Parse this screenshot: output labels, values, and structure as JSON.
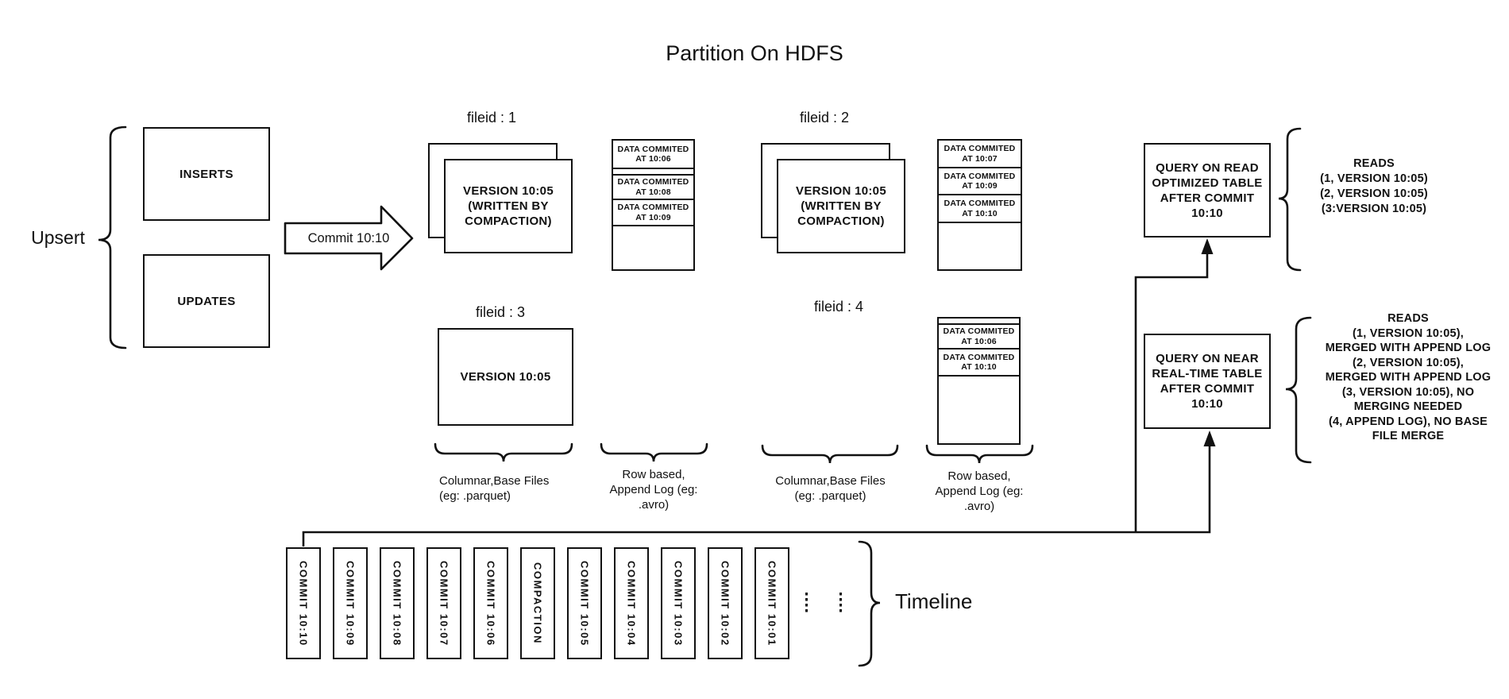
{
  "title": "Partition On HDFS",
  "colors": {
    "ink": "#111111",
    "paper": "#ffffff"
  },
  "upsert": {
    "label": "Upsert",
    "inserts_label": "INSERTS",
    "updates_label": "UPDATES"
  },
  "commit_arrow": {
    "label": "Commit 10:10"
  },
  "filegroups": {
    "f1": {
      "title": "fileid : 1",
      "base_line1": "VERSION 10:05",
      "base_line2": "(WRITTEN BY",
      "base_line3": "COMPACTION)"
    },
    "f2": {
      "title": "fileid : 2",
      "base_line1": "VERSION 10:05",
      "base_line2": "(WRITTEN BY",
      "base_line3": "COMPACTION)"
    },
    "f3": {
      "title": "fileid : 3",
      "base_line1": "VERSION 10:05"
    },
    "f4": {
      "title": "fileid : 4"
    }
  },
  "logs": {
    "log1": {
      "seg1_l1": "DATA COMMITED",
      "seg1_l2": "AT 10:06",
      "seg2_l1": "DATA COMMITED",
      "seg2_l2": "AT 10:08",
      "seg3_l1": "DATA COMMITED",
      "seg3_l2": "AT 10:09"
    },
    "log2": {
      "seg1_l1": "DATA COMMITED",
      "seg1_l2": "AT 10:07",
      "seg2_l1": "DATA COMMITED",
      "seg2_l2": "AT 10:09",
      "seg3_l1": "DATA COMMITED",
      "seg3_l2": "AT 10:10"
    },
    "log4": {
      "seg1_l1": "DATA COMMITED",
      "seg1_l2": "AT 10:06",
      "seg2_l1": "DATA COMMITED",
      "seg2_l2": "AT 10:10"
    }
  },
  "legend": {
    "columnar_l1": "Columnar,Base Files",
    "columnar_l2": "(eg: .parquet)",
    "row_l1": "Row based,",
    "row_l2": "Append Log (eg:",
    "row_l3": ".avro)"
  },
  "queries": {
    "read_optimized": {
      "l1": "QUERY ON READ",
      "l2": "OPTIMIZED TABLE",
      "l3": "AFTER COMMIT",
      "l4": "10:10",
      "reads": [
        "READS",
        "(1, VERSION 10:05)",
        "(2, VERSION 10:05)",
        "(3:VERSION 10:05)"
      ]
    },
    "near_realtime": {
      "l1": "QUERY ON NEAR",
      "l2": "REAL-TIME TABLE",
      "l3": "AFTER COMMIT",
      "l4": "10:10",
      "reads": [
        "READS",
        "(1, VERSION 10:05),",
        "MERGED WITH APPEND LOG",
        "(2, VERSION 10:05),",
        "MERGED WITH APPEND LOG",
        "(3, VERSION 10:05), NO",
        "MERGING NEEDED",
        "(4, APPEND LOG), NO BASE",
        "FILE MERGE"
      ]
    }
  },
  "timeline": {
    "label": "Timeline",
    "items": [
      "COMMIT 10:10",
      "COMMIT 10:09",
      "COMMIT 10:08",
      "COMMIT 10:07",
      "COMMIT 10:06",
      "COMPACTION",
      "COMMIT 10:05",
      "COMMIT 10:04",
      "COMMIT 10:03",
      "COMMIT 10:02",
      "COMMIT 10:01"
    ]
  }
}
